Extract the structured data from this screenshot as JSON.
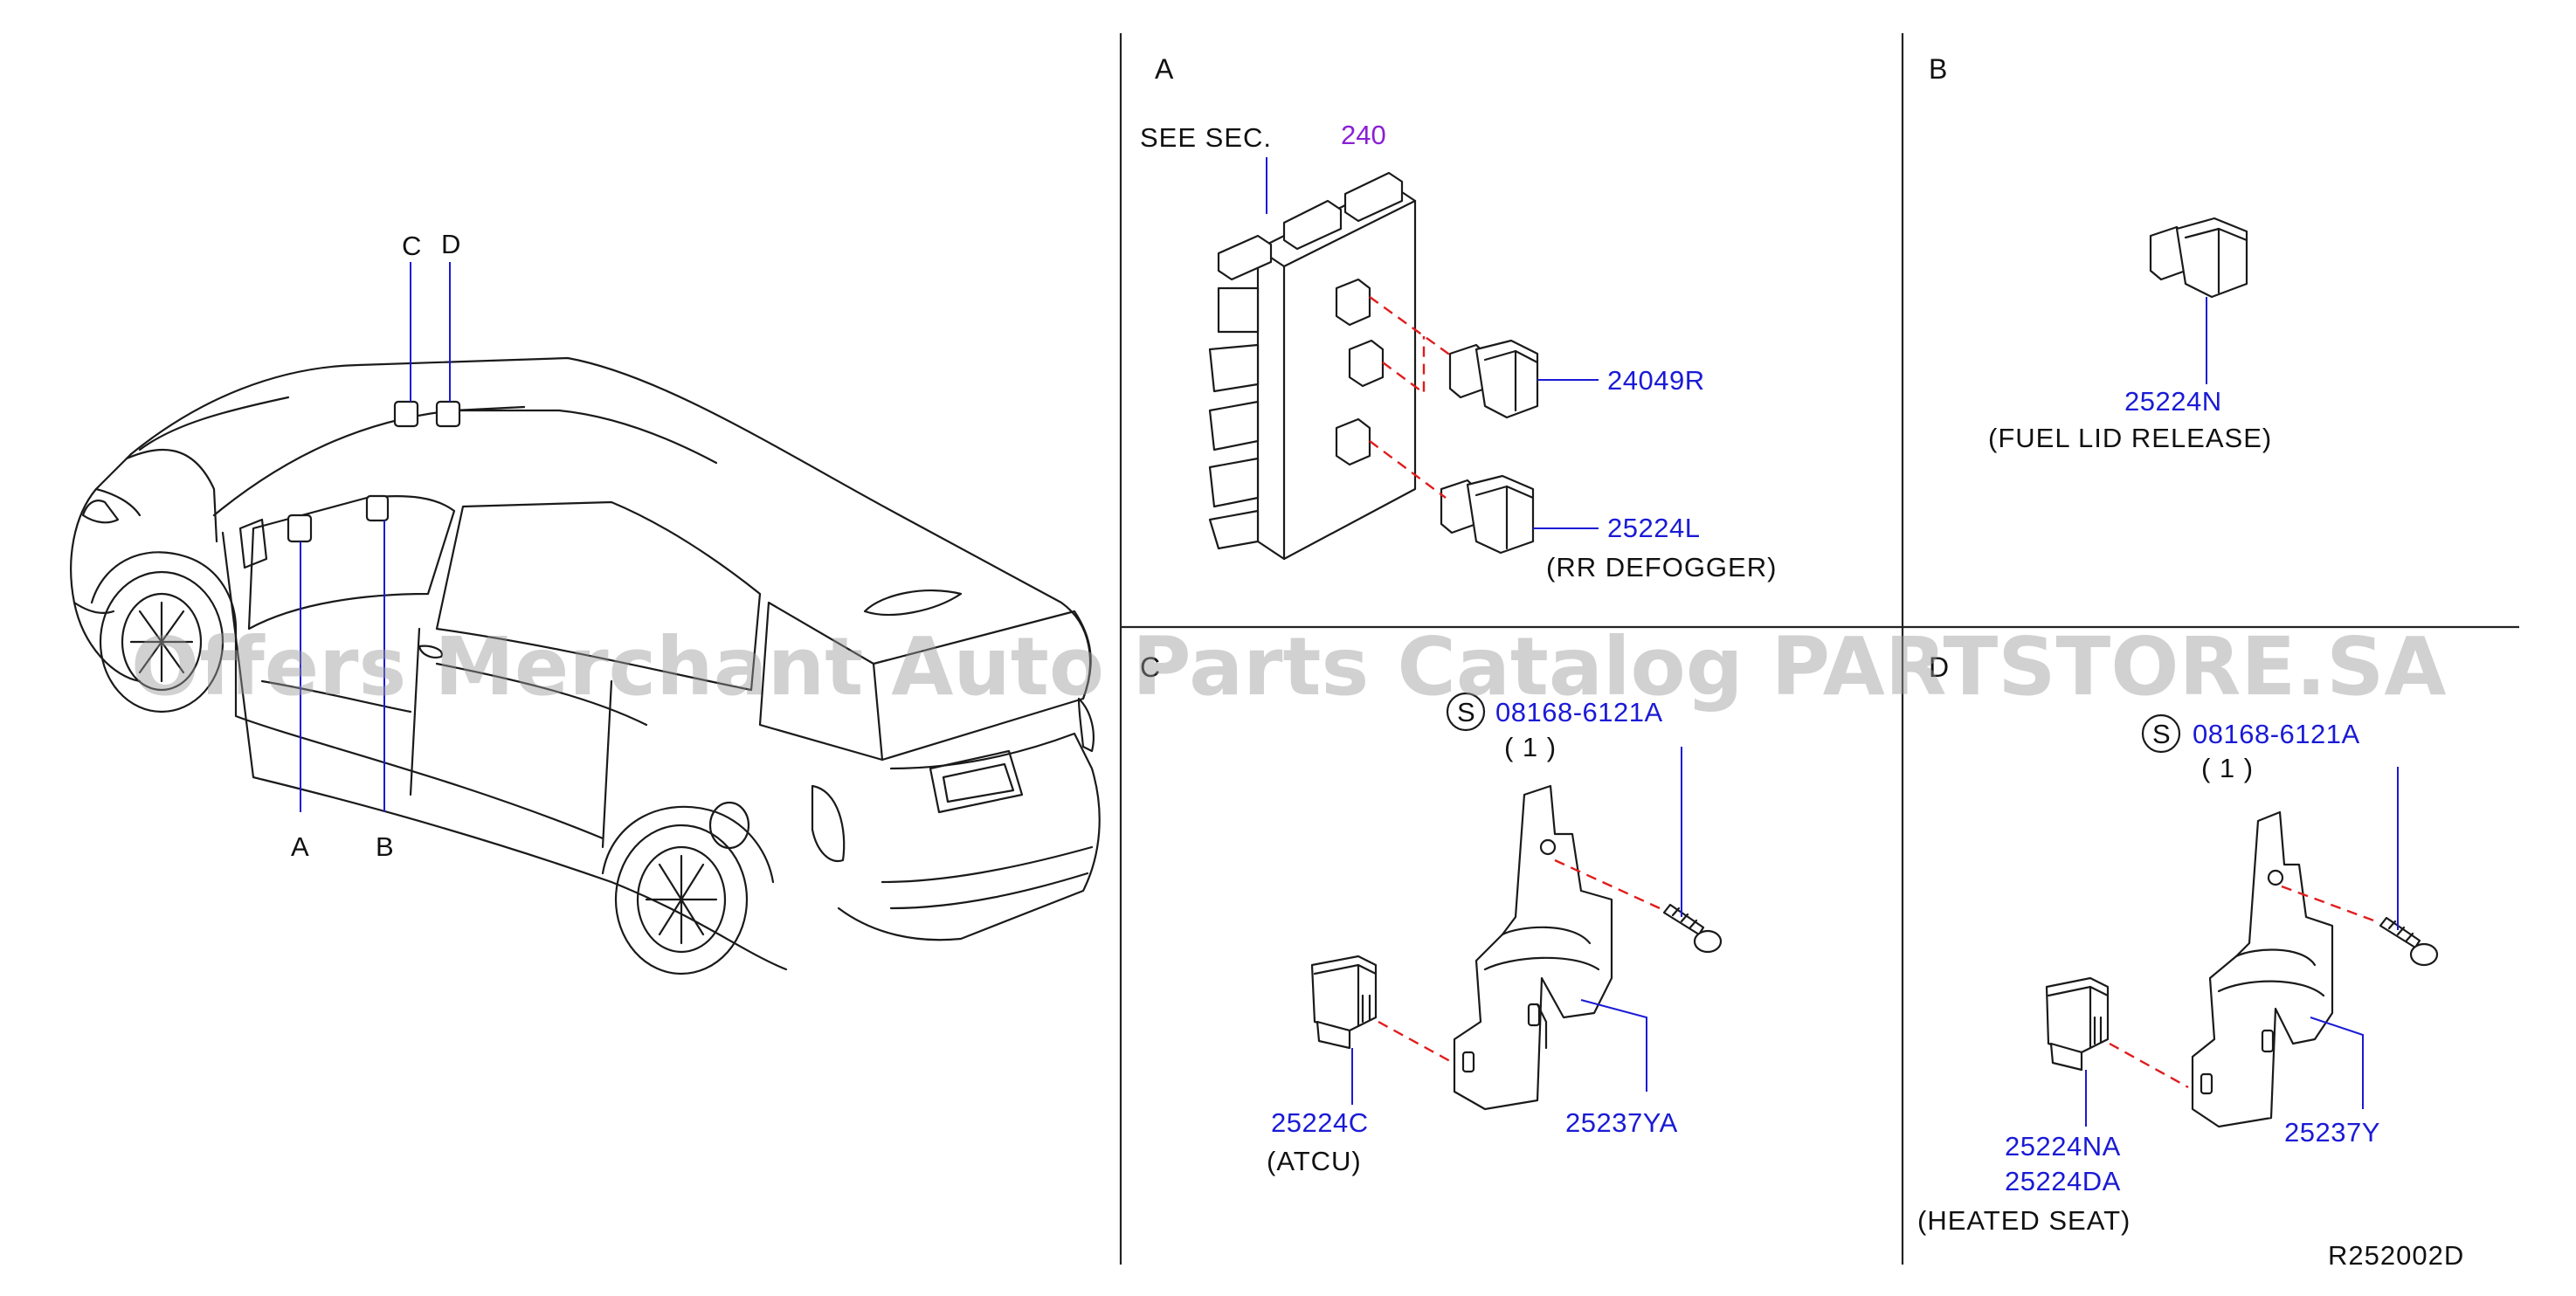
{
  "diagram_code": "R252002D",
  "watermark": "Offers Merchant Auto Parts Catalog PARTSTORE.SA",
  "vehicle": {
    "callout_a": "A",
    "callout_b": "B",
    "callout_c": "C",
    "callout_d": "D"
  },
  "section_a": {
    "title": "A",
    "see_sec_label": "SEE  SEC.",
    "see_sec_ref": "240",
    "part_1": "24049R",
    "part_2": "25224L",
    "part_2_desc": "(RR  DEFOGGER)"
  },
  "section_b": {
    "title": "B",
    "part_1": "25224N",
    "part_1_desc": "(FUEL  LID  RELEASE)"
  },
  "section_c": {
    "title": "C",
    "std_symbol": "S",
    "bolt": "08168-6121A",
    "bolt_qty": "( 1 )",
    "relay": "25224C",
    "relay_desc": "(ATCU)",
    "bracket": "25237YA"
  },
  "section_d": {
    "title": "D",
    "std_symbol": "S",
    "bolt": "08168-6121A",
    "bolt_qty": "( 1 )",
    "relay_1": "25224NA",
    "relay_2": "25224DA",
    "relay_desc": "(HEATED  SEAT)",
    "bracket": "25237Y"
  }
}
